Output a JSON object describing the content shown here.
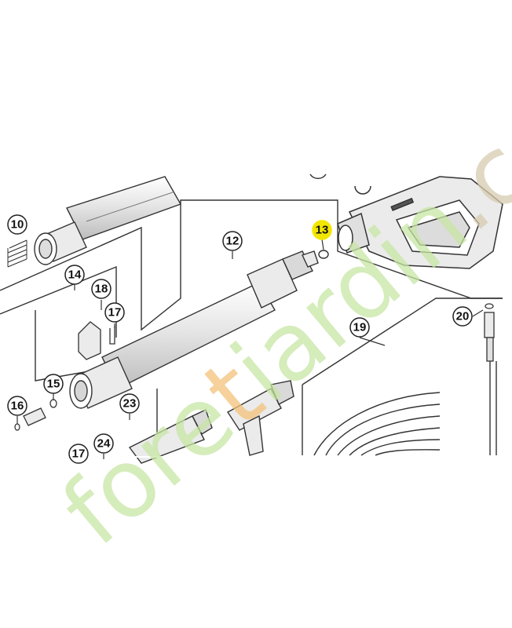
{
  "callouts": [
    {
      "label": "10"
    },
    {
      "label": "12"
    },
    {
      "label": "13",
      "highlighted": true
    },
    {
      "label": "14"
    },
    {
      "label": "15"
    },
    {
      "label": "16"
    },
    {
      "label": "17"
    },
    {
      "label": "17"
    },
    {
      "label": "18"
    },
    {
      "label": "19"
    },
    {
      "label": "20"
    },
    {
      "label": "23"
    },
    {
      "label": "24"
    }
  ],
  "watermark": {
    "text_part1": "fore",
    "text_part2": "t",
    "text_part3": "iardin",
    "text_part4": ".com"
  },
  "colors": {
    "line": "#333333",
    "part_fill": "#ebebeb",
    "highlight": "#f2e600",
    "watermark_green": "#c8e6a5",
    "watermark_orange": "#f3c27a",
    "watermark_brown": "#d7cbb0"
  }
}
